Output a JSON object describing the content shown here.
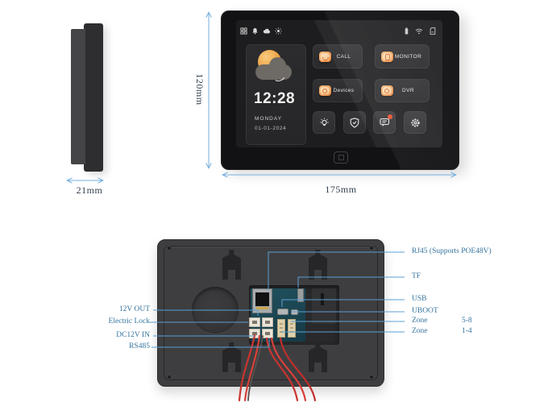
{
  "side_view": {
    "width_label": "21mm"
  },
  "front_view": {
    "height_label": "120mm",
    "width_label": "175mm",
    "screen": {
      "status_left_icons": [
        "apps-grid",
        "bell",
        "cloud",
        "brightness"
      ],
      "status_right_icons": [
        "battery",
        "wifi",
        "sd-card"
      ],
      "clock": {
        "time": "12:28",
        "day": "MONDAY",
        "date": "01-01-2024"
      },
      "tiles": [
        {
          "label": "CALL",
          "icon": "call-bubble"
        },
        {
          "label": "MONITOR",
          "icon": "door-monitor"
        },
        {
          "label": "Devices",
          "icon": "device-camera"
        },
        {
          "label": "DVR",
          "icon": "dvr-camera"
        }
      ],
      "quick_buttons": [
        {
          "icon": "light-bulb"
        },
        {
          "icon": "shield-check"
        },
        {
          "icon": "messages",
          "badge": true
        },
        {
          "icon": "settings-gear"
        }
      ]
    }
  },
  "rear_view": {
    "port_labels_right": [
      {
        "text": "RJ45 (Supports POE48V)"
      },
      {
        "text": "TF"
      },
      {
        "text": "USB"
      },
      {
        "text": "UBOOT"
      },
      {
        "text": "Zone",
        "range": "5-8"
      },
      {
        "text": "Zone",
        "range": "1-4"
      }
    ],
    "port_labels_left": [
      {
        "text": "12V OUT"
      },
      {
        "text": "Electric Lock"
      },
      {
        "text": "DC12V IN"
      },
      {
        "text": "RS485"
      }
    ]
  },
  "colors": {
    "annotation_blue": "#74aede",
    "label_text_blue": "#36749e",
    "dimension_text": "#33404e",
    "accent_orange": "#e8873f",
    "screen_bg": "#1d1d1f",
    "alert_red": "#e8502f",
    "pcb_teal": "#1d4a57"
  }
}
